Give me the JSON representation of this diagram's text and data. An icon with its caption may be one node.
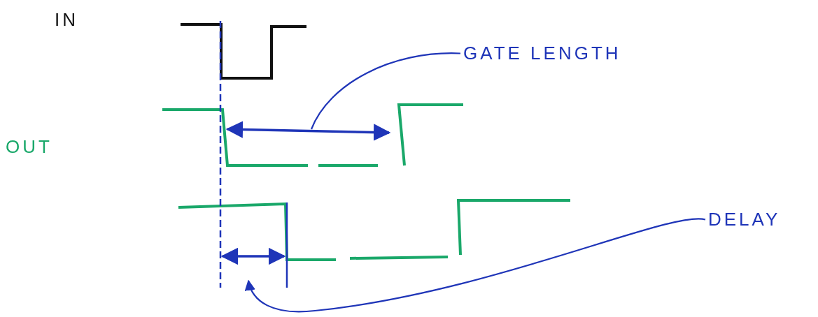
{
  "diagram": {
    "nodes": [
      {
        "text": [
          "GATE LENGTH"
        ]
      },
      {
        "text": [
          "DELAY"
        ]
      }
    ],
    "edges": [
      {
        "from": 0,
        "to": null,
        "arrow": "none"
      },
      {
        "from": 1,
        "to": null,
        "arrow": "to"
      }
    ],
    "labels": [
      "IN",
      "OUT"
    ]
  }
}
